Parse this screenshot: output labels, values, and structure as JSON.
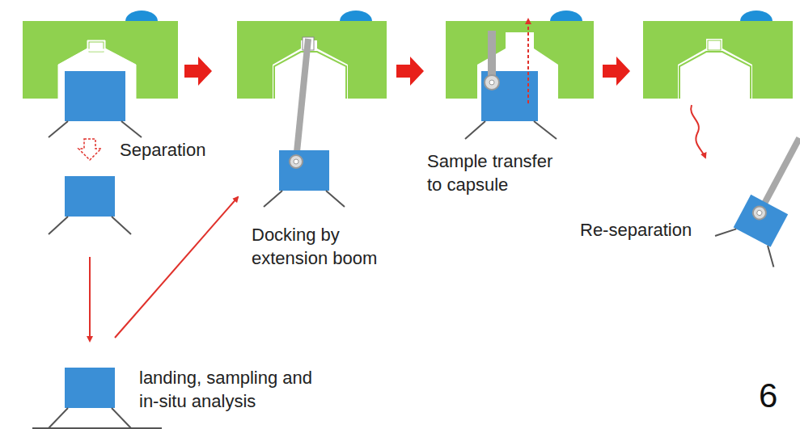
{
  "diagram": {
    "labels": [
      "Separation",
      "Docking by extension boom",
      "Sample transfer to capsule",
      "Re-separation",
      "landing, sampling and in-situ analysis",
      "6"
    ]
  }
}
